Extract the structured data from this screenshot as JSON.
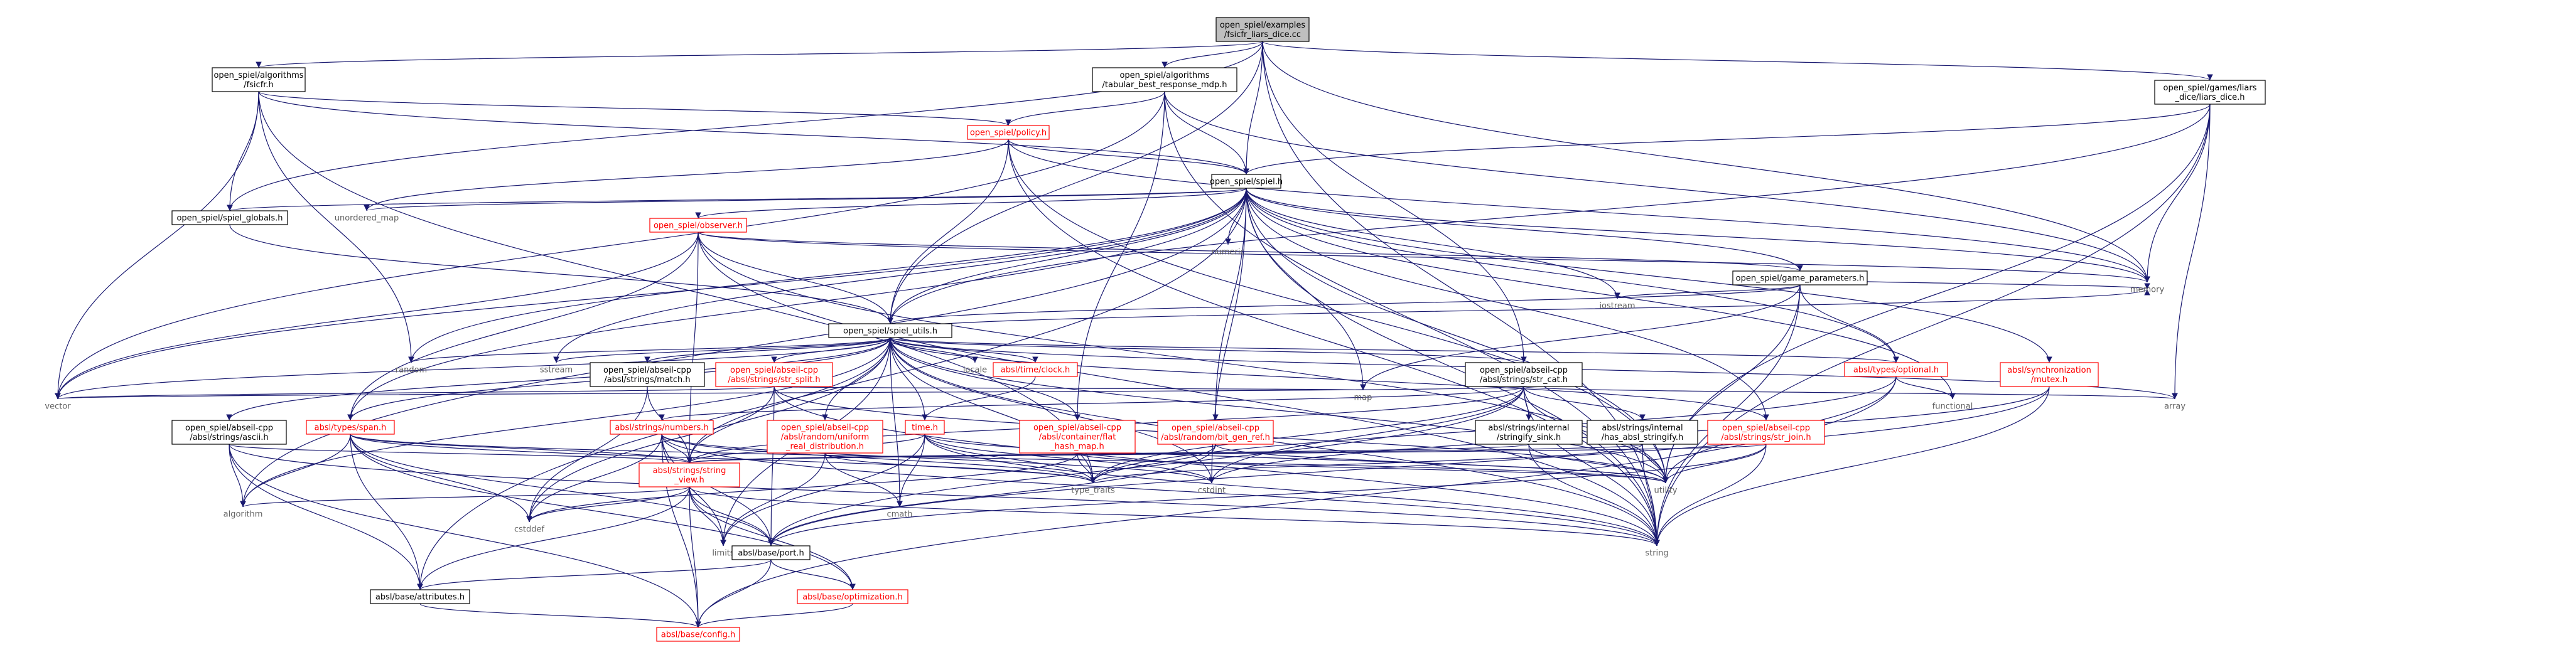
{
  "nodes": {
    "root": [
      "open_spiel/examples",
      "/fsicfr_liars_dice.cc"
    ],
    "fsicfr": [
      "open_spiel/algorithms",
      "/fsicfr.h"
    ],
    "tabular": [
      "open_spiel/algorithms",
      "/tabular_best_response_mdp.h"
    ],
    "liars": [
      "open_spiel/games/liars",
      "_dice/liars_dice.h"
    ],
    "policy": [
      "open_spiel/policy.h"
    ],
    "spiel": [
      "open_spiel/spiel.h"
    ],
    "globals": [
      "open_spiel/spiel_globals.h"
    ],
    "unordered_map": [
      "unordered_map"
    ],
    "numeric": [
      "numeric"
    ],
    "observer": [
      "open_spiel/observer.h"
    ],
    "game_params": [
      "open_spiel/game_parameters.h"
    ],
    "memory": [
      "memory"
    ],
    "iostream": [
      "iostream"
    ],
    "spiel_utils": [
      "open_spiel/spiel_utils.h"
    ],
    "random": [
      "random"
    ],
    "sstream": [
      "sstream"
    ],
    "locale": [
      "locale"
    ],
    "clock": [
      "absl/time/clock.h"
    ],
    "match": [
      "open_spiel/abseil-cpp",
      "/absl/strings/match.h"
    ],
    "str_split": [
      "open_spiel/abseil-cpp",
      "/absl/strings/str_split.h"
    ],
    "str_cat": [
      "open_spiel/abseil-cpp",
      "/absl/strings/str_cat.h"
    ],
    "optional": [
      "absl/types/optional.h"
    ],
    "mutex": [
      "absl/synchronization",
      "/mutex.h"
    ],
    "vector": [
      "vector"
    ],
    "ascii": [
      "open_spiel/abseil-cpp",
      "/absl/strings/ascii.h"
    ],
    "span": [
      "absl/types/span.h"
    ],
    "numbers": [
      "absl/strings/numbers.h"
    ],
    "uniform": [
      "open_spiel/abseil-cpp",
      "/absl/random/uniform",
      "_real_distribution.h"
    ],
    "time": [
      "time.h"
    ],
    "flat_hash_map": [
      "open_spiel/abseil-cpp",
      "/absl/container/flat",
      "_hash_map.h"
    ],
    "bit_gen_ref": [
      "open_spiel/abseil-cpp",
      "/absl/random/bit_gen_ref.h"
    ],
    "map": [
      "map"
    ],
    "stringify_sink": [
      "absl/strings/internal",
      "/stringify_sink.h"
    ],
    "has_absl": [
      "absl/strings/internal",
      "/has_absl_stringify.h"
    ],
    "str_join": [
      "open_spiel/abseil-cpp",
      "/absl/strings/str_join.h"
    ],
    "functional": [
      "functional"
    ],
    "array": [
      "array"
    ],
    "string_view": [
      "absl/strings/string",
      "_view.h"
    ],
    "type_traits": [
      "type_traits"
    ],
    "cstdint": [
      "cstdint"
    ],
    "utility": [
      "utility"
    ],
    "cmath": [
      "cmath"
    ],
    "algorithm": [
      "algorithm"
    ],
    "cstddef": [
      "cstddef"
    ],
    "limits": [
      "limits"
    ],
    "port": [
      "absl/base/port.h"
    ],
    "string": [
      "string"
    ],
    "attributes": [
      "absl/base/attributes.h"
    ],
    "optimization": [
      "absl/base/optimization.h"
    ],
    "config": [
      "absl/base/config.h"
    ]
  },
  "edges": [
    [
      "root",
      "fsicfr"
    ],
    [
      "root",
      "tabular"
    ],
    [
      "root",
      "liars"
    ],
    [
      "root",
      "spiel"
    ],
    [
      "root",
      "globals"
    ],
    [
      "root",
      "spiel_utils"
    ],
    [
      "root",
      "memory"
    ],
    [
      "root",
      "string"
    ],
    [
      "root",
      "str_cat"
    ],
    [
      "fsicfr",
      "policy"
    ],
    [
      "fsicfr",
      "spiel"
    ],
    [
      "fsicfr",
      "globals"
    ],
    [
      "fsicfr",
      "vector"
    ],
    [
      "fsicfr",
      "random"
    ],
    [
      "fsicfr",
      "type_traits"
    ],
    [
      "tabular",
      "policy"
    ],
    [
      "tabular",
      "spiel"
    ],
    [
      "tabular",
      "flat_hash_map"
    ],
    [
      "tabular",
      "memory"
    ],
    [
      "tabular",
      "string"
    ],
    [
      "tabular",
      "vector"
    ],
    [
      "liars",
      "spiel"
    ],
    [
      "liars",
      "spiel_utils"
    ],
    [
      "liars",
      "memory"
    ],
    [
      "liars",
      "array"
    ],
    [
      "liars",
      "string"
    ],
    [
      "liars",
      "utility"
    ],
    [
      "policy",
      "spiel"
    ],
    [
      "policy",
      "spiel_utils"
    ],
    [
      "policy",
      "unordered_map"
    ],
    [
      "policy",
      "memory"
    ],
    [
      "policy",
      "string"
    ],
    [
      "policy",
      "utility"
    ],
    [
      "spiel",
      "globals"
    ],
    [
      "spiel",
      "unordered_map"
    ],
    [
      "spiel",
      "numeric"
    ],
    [
      "spiel",
      "observer"
    ],
    [
      "spiel",
      "game_params"
    ],
    [
      "spiel",
      "memory"
    ],
    [
      "spiel",
      "iostream"
    ],
    [
      "spiel",
      "spiel_utils"
    ],
    [
      "spiel",
      "random"
    ],
    [
      "spiel",
      "optional"
    ],
    [
      "spiel",
      "mutex"
    ],
    [
      "spiel",
      "vector"
    ],
    [
      "spiel",
      "span"
    ],
    [
      "spiel",
      "bit_gen_ref"
    ],
    [
      "spiel",
      "map"
    ],
    [
      "spiel",
      "str_join"
    ],
    [
      "spiel",
      "functional"
    ],
    [
      "spiel",
      "string"
    ],
    [
      "spiel",
      "utility"
    ],
    [
      "spiel",
      "algorithm"
    ],
    [
      "spiel",
      "cstdint"
    ],
    [
      "spiel",
      "attributes"
    ],
    [
      "spiel",
      "sstream"
    ],
    [
      "observer",
      "spiel_utils"
    ],
    [
      "observer",
      "game_params"
    ],
    [
      "observer",
      "memory"
    ],
    [
      "observer",
      "string"
    ],
    [
      "observer",
      "vector"
    ],
    [
      "observer",
      "span"
    ],
    [
      "observer",
      "string_view"
    ],
    [
      "observer",
      "utility"
    ],
    [
      "game_params",
      "spiel_utils"
    ],
    [
      "game_params",
      "optional"
    ],
    [
      "game_params",
      "memory"
    ],
    [
      "game_params",
      "iostream"
    ],
    [
      "game_params",
      "map"
    ],
    [
      "game_params",
      "string"
    ],
    [
      "game_params",
      "utility"
    ],
    [
      "globals",
      "spiel_utils"
    ],
    [
      "spiel_utils",
      "random"
    ],
    [
      "spiel_utils",
      "sstream"
    ],
    [
      "spiel_utils",
      "locale"
    ],
    [
      "spiel_utils",
      "clock"
    ],
    [
      "spiel_utils",
      "match"
    ],
    [
      "spiel_utils",
      "str_split"
    ],
    [
      "spiel_utils",
      "str_cat"
    ],
    [
      "spiel_utils",
      "optional"
    ],
    [
      "spiel_utils",
      "vector"
    ],
    [
      "spiel_utils",
      "ascii"
    ],
    [
      "spiel_utils",
      "span"
    ],
    [
      "spiel_utils",
      "uniform"
    ],
    [
      "spiel_utils",
      "time"
    ],
    [
      "spiel_utils",
      "flat_hash_map"
    ],
    [
      "spiel_utils",
      "str_join"
    ],
    [
      "spiel_utils",
      "array"
    ],
    [
      "spiel_utils",
      "string"
    ],
    [
      "spiel_utils",
      "cstdint"
    ],
    [
      "spiel_utils",
      "type_traits"
    ],
    [
      "spiel_utils",
      "cmath"
    ],
    [
      "spiel_utils",
      "algorithm"
    ],
    [
      "spiel_utils",
      "cstddef"
    ],
    [
      "spiel_utils",
      "string_view"
    ],
    [
      "spiel_utils",
      "utility"
    ],
    [
      "spiel_utils",
      "limits"
    ],
    [
      "spiel_utils",
      "memory"
    ],
    [
      "clock",
      "time"
    ],
    [
      "match",
      "string_view"
    ],
    [
      "match",
      "cstddef"
    ],
    [
      "str_split",
      "string_view"
    ],
    [
      "str_split",
      "map"
    ],
    [
      "str_split",
      "vector"
    ],
    [
      "str_split",
      "utility"
    ],
    [
      "str_split",
      "string"
    ],
    [
      "str_split",
      "port"
    ],
    [
      "str_cat",
      "string_view"
    ],
    [
      "str_cat",
      "numbers"
    ],
    [
      "str_cat",
      "stringify_sink"
    ],
    [
      "str_cat",
      "has_absl"
    ],
    [
      "str_cat",
      "array"
    ],
    [
      "str_cat",
      "cstdint"
    ],
    [
      "str_cat",
      "type_traits"
    ],
    [
      "str_cat",
      "utility"
    ],
    [
      "str_cat",
      "vector"
    ],
    [
      "str_cat",
      "string"
    ],
    [
      "str_cat",
      "port"
    ],
    [
      "optional",
      "functional"
    ],
    [
      "optional",
      "utility"
    ],
    [
      "optional",
      "type_traits"
    ],
    [
      "optional",
      "config"
    ],
    [
      "mutex",
      "port"
    ],
    [
      "mutex",
      "string"
    ],
    [
      "mutex",
      "cstdint"
    ],
    [
      "ascii",
      "string_view"
    ],
    [
      "ascii",
      "algorithm"
    ],
    [
      "ascii",
      "string"
    ],
    [
      "ascii",
      "attributes"
    ],
    [
      "ascii",
      "config"
    ],
    [
      "span",
      "string_view"
    ],
    [
      "span",
      "algorithm"
    ],
    [
      "span",
      "cstddef"
    ],
    [
      "span",
      "type_traits"
    ],
    [
      "span",
      "utility"
    ],
    [
      "span",
      "attributes"
    ],
    [
      "span",
      "port"
    ],
    [
      "span",
      "optimization"
    ],
    [
      "numbers",
      "string_view"
    ],
    [
      "numbers",
      "cstddef"
    ],
    [
      "numbers",
      "limits"
    ],
    [
      "numbers",
      "string"
    ],
    [
      "numbers",
      "type_traits"
    ],
    [
      "numbers",
      "port"
    ],
    [
      "numbers",
      "config"
    ],
    [
      "numbers",
      "cstdint"
    ],
    [
      "uniform",
      "type_traits"
    ],
    [
      "uniform",
      "cmath"
    ],
    [
      "uniform",
      "limits"
    ],
    [
      "time",
      "string_view"
    ],
    [
      "time",
      "cmath"
    ],
    [
      "time",
      "limits"
    ],
    [
      "time",
      "string"
    ],
    [
      "time",
      "type_traits"
    ],
    [
      "time",
      "utility"
    ],
    [
      "time",
      "cstdint"
    ],
    [
      "flat_hash_map",
      "type_traits"
    ],
    [
      "flat_hash_map",
      "utility"
    ],
    [
      "flat_hash_map",
      "cstddef"
    ],
    [
      "bit_gen_ref",
      "type_traits"
    ],
    [
      "bit_gen_ref",
      "utility"
    ],
    [
      "bit_gen_ref",
      "port"
    ],
    [
      "stringify_sink",
      "string_view"
    ],
    [
      "stringify_sink",
      "string"
    ],
    [
      "stringify_sink",
      "utility"
    ],
    [
      "has_absl",
      "string_view"
    ],
    [
      "has_absl",
      "type_traits"
    ],
    [
      "has_absl",
      "utility"
    ],
    [
      "has_absl",
      "string"
    ],
    [
      "str_join",
      "string_view"
    ],
    [
      "str_join",
      "string"
    ],
    [
      "str_join",
      "utility"
    ],
    [
      "str_join",
      "port"
    ],
    [
      "string_view",
      "algorithm"
    ],
    [
      "string_view",
      "cstddef"
    ],
    [
      "string_view",
      "limits"
    ],
    [
      "string_view",
      "string"
    ],
    [
      "string_view",
      "port"
    ],
    [
      "string_view",
      "attributes"
    ],
    [
      "string_view",
      "optimization"
    ],
    [
      "string_view",
      "config"
    ],
    [
      "port",
      "attributes"
    ],
    [
      "port",
      "optimization"
    ],
    [
      "port",
      "config"
    ],
    [
      "attributes",
      "config"
    ],
    [
      "optimization",
      "config"
    ]
  ],
  "red_nodes": [
    "policy",
    "observer",
    "clock",
    "str_split",
    "optional",
    "mutex",
    "span",
    "numbers",
    "uniform",
    "time",
    "flat_hash_map",
    "bit_gen_ref",
    "str_join",
    "string_view",
    "optimization",
    "config"
  ],
  "plain_nodes": [
    "unordered_map",
    "numeric",
    "memory",
    "iostream",
    "random",
    "sstream",
    "locale",
    "vector",
    "map",
    "functional",
    "array",
    "type_traits",
    "cstdint",
    "utility",
    "cmath",
    "algorithm",
    "cstddef",
    "limits",
    "string"
  ],
  "root_node": "root"
}
